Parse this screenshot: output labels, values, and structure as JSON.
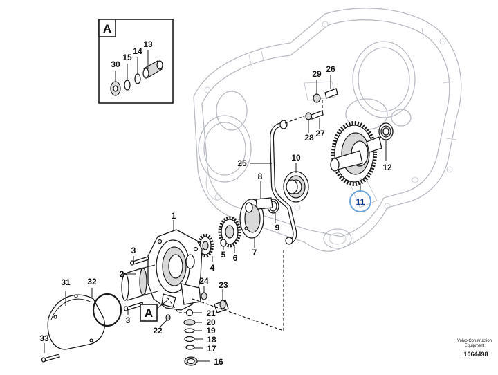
{
  "inset": {
    "label": "A"
  },
  "callouts": {
    "c1": "1",
    "c2": "2",
    "c3": "3",
    "c4": "4",
    "c5": "5",
    "c6": "6",
    "c7": "7",
    "c8": "8",
    "c9": "9",
    "c10": "10",
    "c11": "11",
    "c12": "12",
    "c13": "13",
    "c14": "14",
    "c15": "15",
    "c16": "16",
    "c17": "17",
    "c18": "18",
    "c19": "19",
    "c20": "20",
    "c21": "21",
    "c22": "22",
    "c23": "23",
    "c24": "24",
    "c25": "25",
    "c26": "26",
    "c27": "27",
    "c28": "28",
    "c29": "29",
    "c30": "30",
    "c31": "31",
    "c32": "32",
    "c33": "33"
  },
  "highlight": {
    "callout": "11",
    "color": "#6ea4d9"
  },
  "footer": {
    "brand_line1": "Volvo Construction",
    "brand_line2": "Equipment",
    "doc_number": "1064498"
  }
}
